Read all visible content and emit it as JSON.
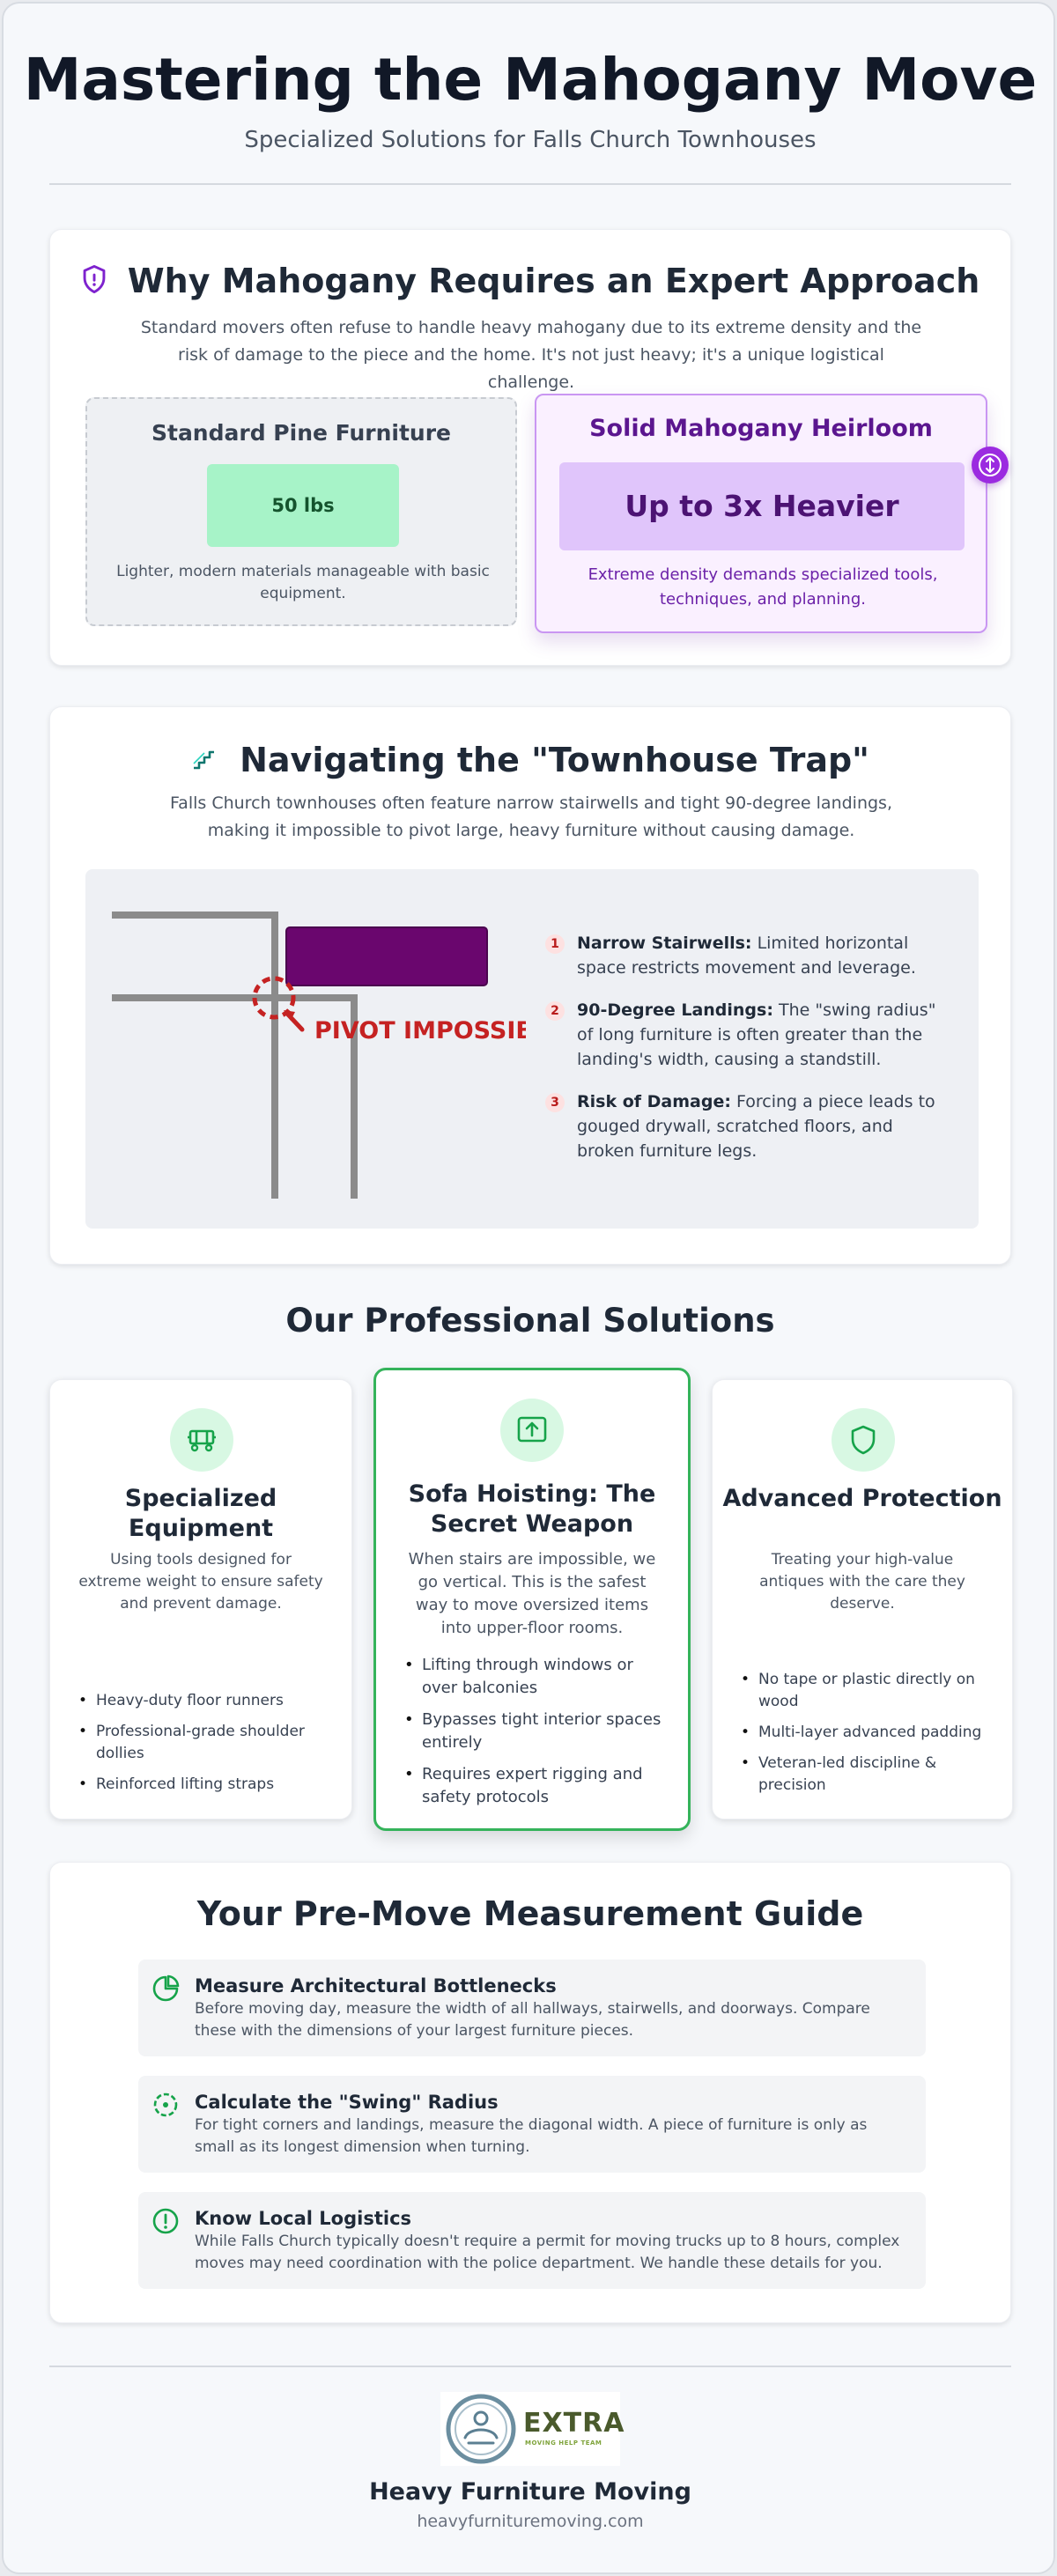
{
  "header": {
    "title": "Mastering the Mahogany Move",
    "subtitle": "Specialized Solutions for Falls Church Townhouses"
  },
  "why": {
    "icon": "shield-icon",
    "title": "Why Mahogany Requires an Expert Approach",
    "description": "Standard movers often refuse to handle heavy mahogany due to its extreme density and the risk of damage to the piece and the home. It's not just heavy; it's a unique logistical challenge.",
    "pine": {
      "title": "Standard Pine Furniture",
      "weight": "50 lbs",
      "note": "Lighter, modern materials manageable with basic equipment."
    },
    "mahogany": {
      "title": "Solid Mahogany Heirloom",
      "weight": "Up to 3x Heavier",
      "note": "Extreme density demands specialized tools, techniques, and planning.",
      "badge_icon": "vertical-arrows-icon"
    }
  },
  "trap": {
    "icon": "stairs-icon",
    "title": "Navigating the \"Townhouse Trap\"",
    "description": "Falls Church townhouses often feature narrow stairwells and tight 90-degree landings, making it impossible to pivot large, heavy furniture without causing damage.",
    "diagram_label": "PIVOT IMPOSSIBLE",
    "risks": [
      {
        "num": "1",
        "title": "Narrow Stairwells:",
        "text": " Limited horizontal space restricts movement and leverage."
      },
      {
        "num": "2",
        "title": "90-Degree Landings:",
        "text": " The \"swing radius\" of long furniture is often greater than the landing's width, causing a standstill."
      },
      {
        "num": "3",
        "title": "Risk of Damage:",
        "text": " Forcing a piece leads to gouged drywall, scratched floors, and broken furniture legs."
      }
    ]
  },
  "solutions": {
    "title": "Our Professional Solutions",
    "cards": [
      {
        "icon": "dolly-icon",
        "title": "Specialized Equipment",
        "description": "Using tools designed for extreme weight to ensure safety and prevent damage.",
        "items": [
          "Heavy-duty floor runners",
          "Professional-grade shoulder dollies",
          "Reinforced lifting straps"
        ]
      },
      {
        "icon": "hoist-arrow-icon",
        "title": "Sofa Hoisting: The Secret Weapon",
        "description": "When stairs are impossible, we go vertical. This is the safest way to move oversized items into upper-floor rooms.",
        "items": [
          "Lifting through windows or over balconies",
          "Bypasses tight interior spaces entirely",
          "Requires expert rigging and safety protocols"
        ]
      },
      {
        "icon": "shield-icon",
        "title": "Advanced Protection",
        "description": "Treating your high-value antiques with the care they deserve.",
        "items": [
          "No tape or plastic directly on wood",
          "Multi-layer advanced padding",
          "Veteran-led discipline & precision"
        ]
      }
    ]
  },
  "guide": {
    "title": "Your Pre-Move Measurement Guide",
    "items": [
      {
        "icon": "pie-chart-icon",
        "title": "Measure Architectural Bottlenecks",
        "text": "Before moving day, measure the width of all hallways, stairwells, and doorways. Compare these with the dimensions of your largest furniture pieces."
      },
      {
        "icon": "swing-radius-icon",
        "title": "Calculate the \"Swing\" Radius",
        "text": "For tight corners and landings, measure the diagonal width. A piece of furniture is only as small as its longest dimension when turning."
      },
      {
        "icon": "alert-circle-icon",
        "title": "Know Local Logistics",
        "text": "While Falls Church typically doesn't require a permit for moving trucks up to 8 hours, complex moves may need coordination with the police department. We handle these details for you."
      }
    ]
  },
  "footer": {
    "logo_text": "EXTRA",
    "logo_tagline": "MOVING HELP TEAM",
    "company": "Heavy Furniture Moving",
    "url": "heavyfurnituremoving.com"
  },
  "colors": {
    "purple": "#6b1d9e",
    "green": "#16a34a",
    "red": "#c52222"
  }
}
